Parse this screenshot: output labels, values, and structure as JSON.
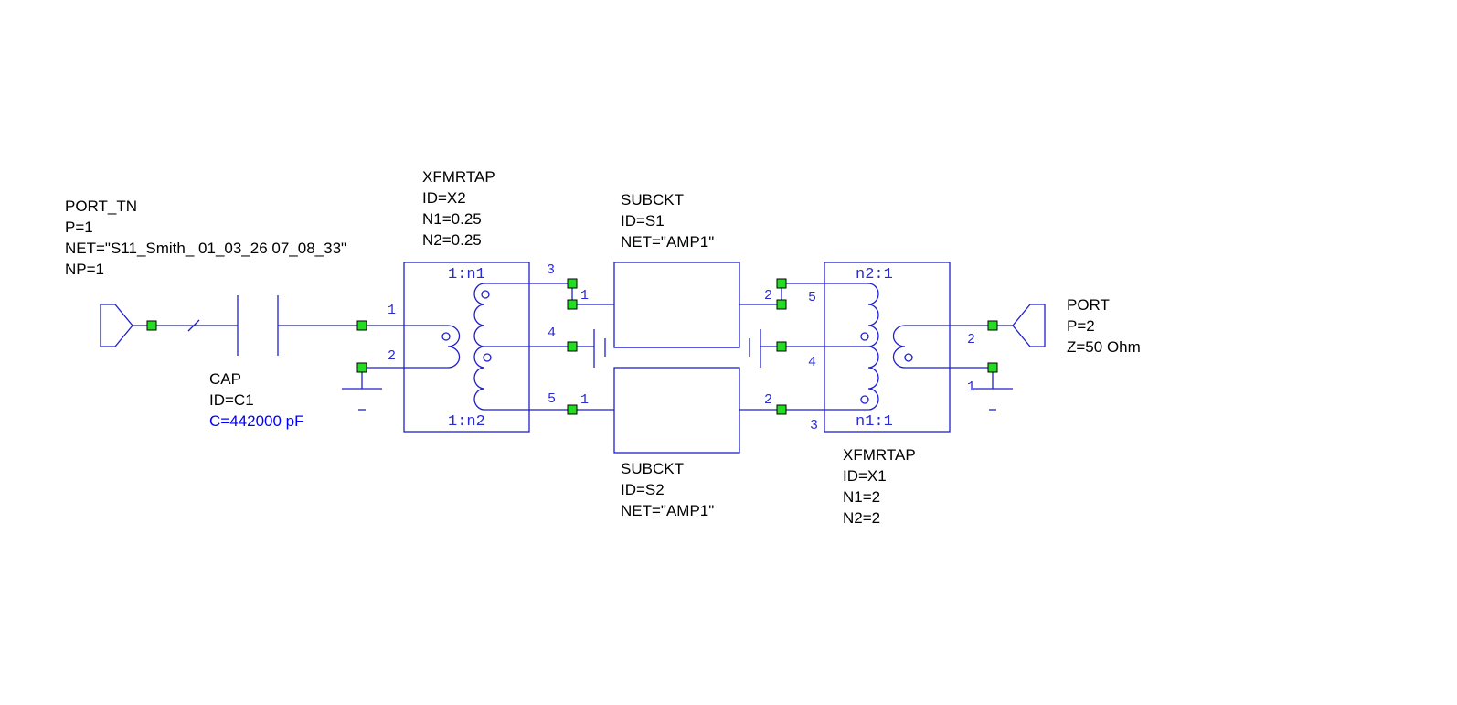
{
  "port1": {
    "lines": [
      "PORT_TN",
      "P=1",
      "NET=\"S11_Smith_ 01_03_26 07_08_33\"",
      "NP=1"
    ]
  },
  "cap": {
    "lines": [
      "CAP",
      "ID=C1"
    ],
    "value_line": "C=442000 pF"
  },
  "xfmr_x2": {
    "lines": [
      "XFMRTAP",
      "ID=X2",
      "N1=0.25",
      "N2=0.25"
    ],
    "top_ratio": "1:n1",
    "bottom_ratio": "1:n2",
    "pins": [
      "1",
      "2",
      "3",
      "4",
      "5"
    ]
  },
  "subckt_s1": {
    "lines": [
      "SUBCKT",
      "ID=S1",
      "NET=\"AMP1\""
    ],
    "pins": [
      "1",
      "2"
    ]
  },
  "subckt_s2": {
    "lines": [
      "SUBCKT",
      "ID=S2",
      "NET=\"AMP1\""
    ],
    "pins": [
      "1",
      "2"
    ]
  },
  "xfmr_x1": {
    "lines": [
      "XFMRTAP",
      "ID=X1",
      "N1=2",
      "N2=2"
    ],
    "top_ratio": "n2:1",
    "bottom_ratio": "n1:1",
    "pins": [
      "1",
      "2",
      "3",
      "4",
      "5"
    ]
  },
  "port2": {
    "lines": [
      "PORT",
      "P=2",
      "Z=50 Ohm"
    ]
  },
  "colors": {
    "wire": "#1f1fd0",
    "node": "#22dd22",
    "param_highlight": "#0000ff",
    "text": "#000000"
  }
}
